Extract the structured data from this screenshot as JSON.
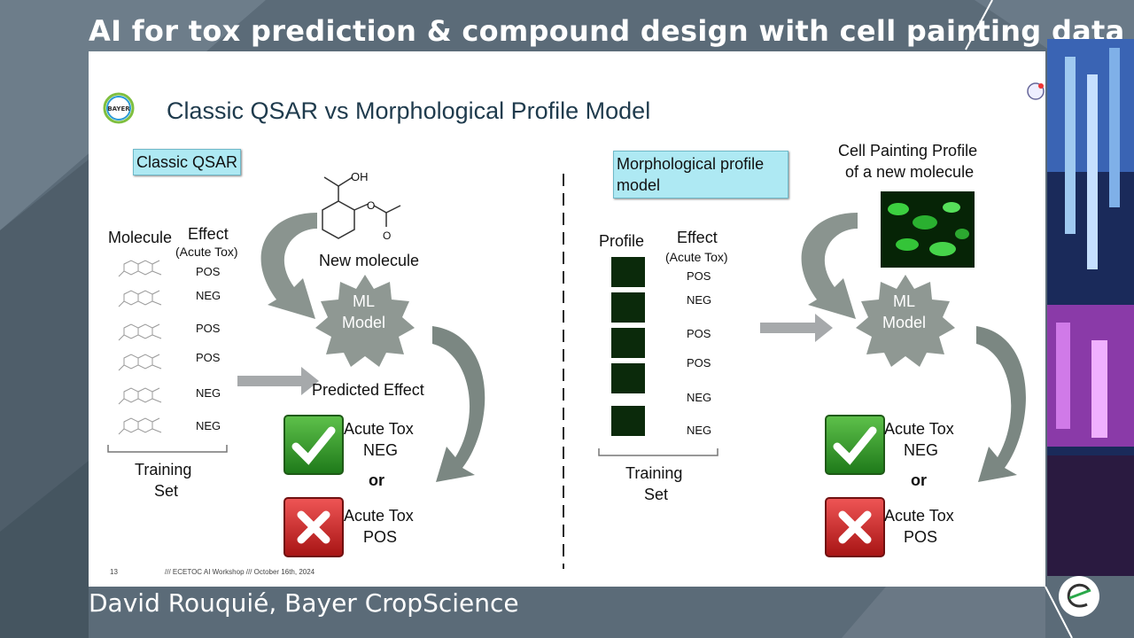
{
  "talk_title": "AI for tox prediction & compound design with cell painting data",
  "presenter": "David Rouquié, Bayer CropScience",
  "slide": {
    "logo_text": "BAYER",
    "title": "Classic QSAR vs Morphological Profile Model",
    "left": {
      "box_label": "Classic QSAR",
      "new_molecule": "New molecule",
      "acid_label": "OH",
      "ester_o": "O",
      "col_molecule": "Molecule",
      "col_effect": "Effect",
      "col_effect_sub": "(Acute Tox)",
      "effects": [
        "POS",
        "NEG",
        "POS",
        "POS",
        "NEG",
        "NEG"
      ],
      "training_set": [
        "Training",
        "Set"
      ],
      "model_label": [
        "ML",
        "Model"
      ],
      "predicted_effect": "Predicted Effect",
      "outcome_neg": [
        "Acute Tox",
        "NEG"
      ],
      "or": "or",
      "outcome_pos": [
        "Acute Tox",
        "POS"
      ]
    },
    "right": {
      "box_label": [
        "Morphological profile",
        "model"
      ],
      "cp_title": [
        "Cell Painting Profile",
        "of a new molecule"
      ],
      "col_profile": "Profile",
      "col_effect": "Effect",
      "col_effect_sub": "(Acute Tox)",
      "effects": [
        "POS",
        "NEG",
        "POS",
        "POS",
        "NEG",
        "NEG"
      ],
      "training_set": [
        "Training",
        "Set"
      ],
      "model_label": [
        "ML",
        "Model"
      ],
      "outcome_neg": [
        "Acute Tox",
        "NEG"
      ],
      "or": "or",
      "outcome_pos": [
        "Acute Tox",
        "POS"
      ]
    },
    "footer_page": "13",
    "footer_text": "/// ECETOC AI Workshop /// October 16th, 2024"
  }
}
